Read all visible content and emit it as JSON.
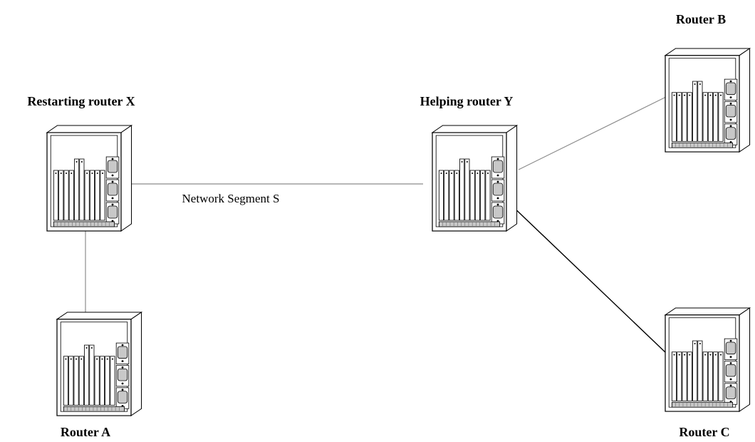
{
  "diagram": {
    "routers": [
      {
        "id": "x",
        "label": "Restarting router X"
      },
      {
        "id": "y",
        "label": "Helping router Y"
      },
      {
        "id": "a",
        "label": "Router A"
      },
      {
        "id": "b",
        "label": "Router B"
      },
      {
        "id": "c",
        "label": "Router C"
      }
    ],
    "links": [
      {
        "from": "x",
        "to": "y",
        "label": "Network Segment S"
      },
      {
        "from": "x",
        "to": "a",
        "label": ""
      },
      {
        "from": "y",
        "to": "b",
        "label": ""
      },
      {
        "from": "y",
        "to": "c",
        "label": ""
      }
    ],
    "colors": {
      "chassis_stroke": "#000000",
      "chassis_face": "#ffffff",
      "port_fill": "#c8c8c8",
      "link_light": "#8c8c8c",
      "link_dark": "#000000"
    }
  }
}
